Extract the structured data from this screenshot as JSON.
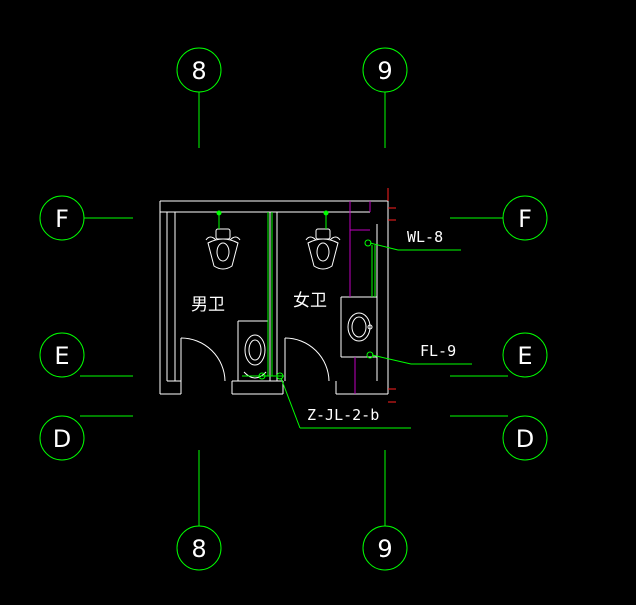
{
  "grid": {
    "axes": {
      "col_8": "8",
      "col_9": "9",
      "row_F": "F",
      "row_E": "E",
      "row_D": "D"
    }
  },
  "rooms": {
    "mens": "男卫",
    "womens": "女卫"
  },
  "pipe_tags": {
    "waste": "WL-8",
    "floor_drain": "FL-9",
    "supply": "Z-JL-2-b"
  },
  "colors": {
    "background": "#000000",
    "grid_line": "#00ff00",
    "wall": "#ffffff",
    "pipe": "#00ff00",
    "fixture": "#ffffff",
    "shaft": "#c000c0",
    "marker": "#ff2020"
  }
}
